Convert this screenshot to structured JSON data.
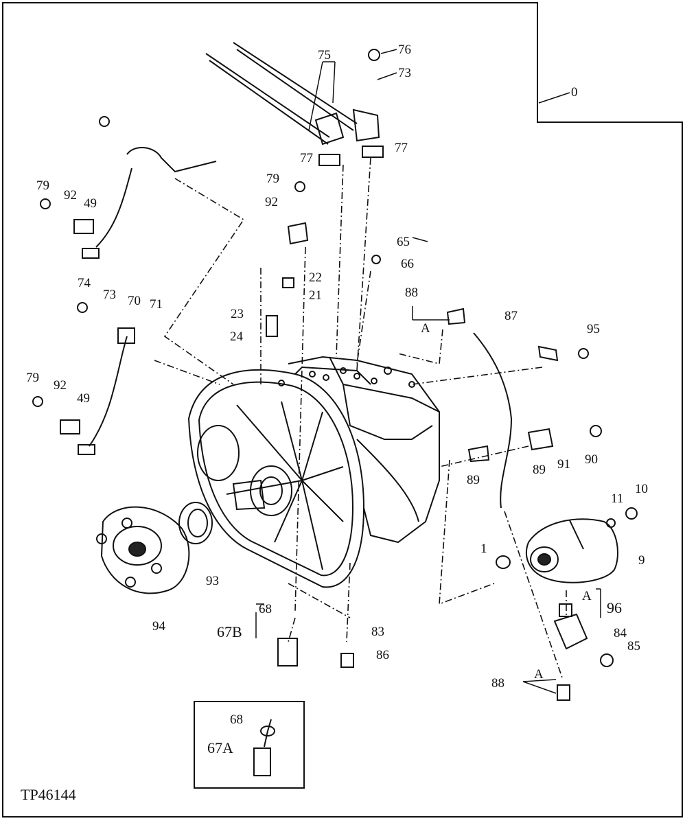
{
  "figure_id": "TP46144",
  "callouts": {
    "c0": "0",
    "c75": "75",
    "c76": "76",
    "c73a": "73",
    "c77a": "77",
    "c77b": "77",
    "c79a": "79",
    "c92a": "92",
    "c49a": "49",
    "c79b": "79",
    "c92b": "92",
    "c65": "65",
    "c66": "66",
    "c22": "22",
    "c21": "21",
    "c23": "23",
    "c24": "24",
    "c74": "74",
    "c73b": "73",
    "c70": "70",
    "c71": "71",
    "c88a": "88",
    "cAa": "A",
    "c87": "87",
    "c95": "95",
    "c79c": "79",
    "c92c": "92",
    "c49b": "49",
    "c89a": "89",
    "c91": "91",
    "c90": "90",
    "c89b": "89",
    "c11": "11",
    "c10": "10",
    "c1": "1",
    "c9": "9",
    "c93": "93",
    "c94": "94",
    "c68a": "68",
    "c67B": "67B",
    "c83": "83",
    "c86": "86",
    "cAb": "A",
    "c96": "96",
    "c84": "84",
    "c85": "85",
    "c88b": "88",
    "cAc": "A",
    "c68b": "68",
    "c67A": "67A"
  }
}
